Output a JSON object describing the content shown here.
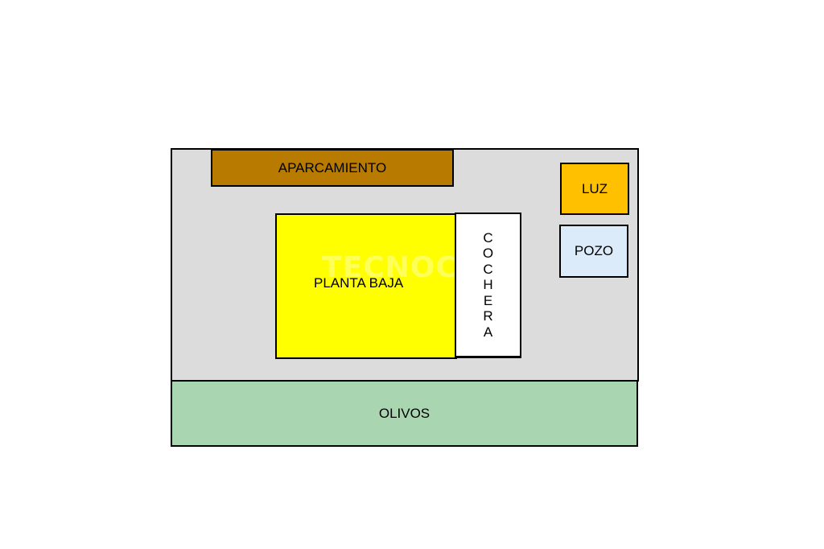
{
  "zones": {
    "parking": {
      "label": "APARCAMIENTO",
      "color": "#b97a00"
    },
    "ground_floor": {
      "label": "PLANTA BAJA",
      "color": "#ffff00"
    },
    "garage": {
      "label": "COCHERA",
      "color": "#ffffff"
    },
    "light": {
      "label": "LUZ",
      "color": "#ffc000"
    },
    "well": {
      "label": "POZO",
      "color": "#dcebfa"
    },
    "olives": {
      "label": "OLIVOS",
      "color": "#a9d6b1"
    }
  },
  "plot": {
    "color": "#dcdcdc"
  },
  "watermark": {
    "text": "TECNOC"
  }
}
